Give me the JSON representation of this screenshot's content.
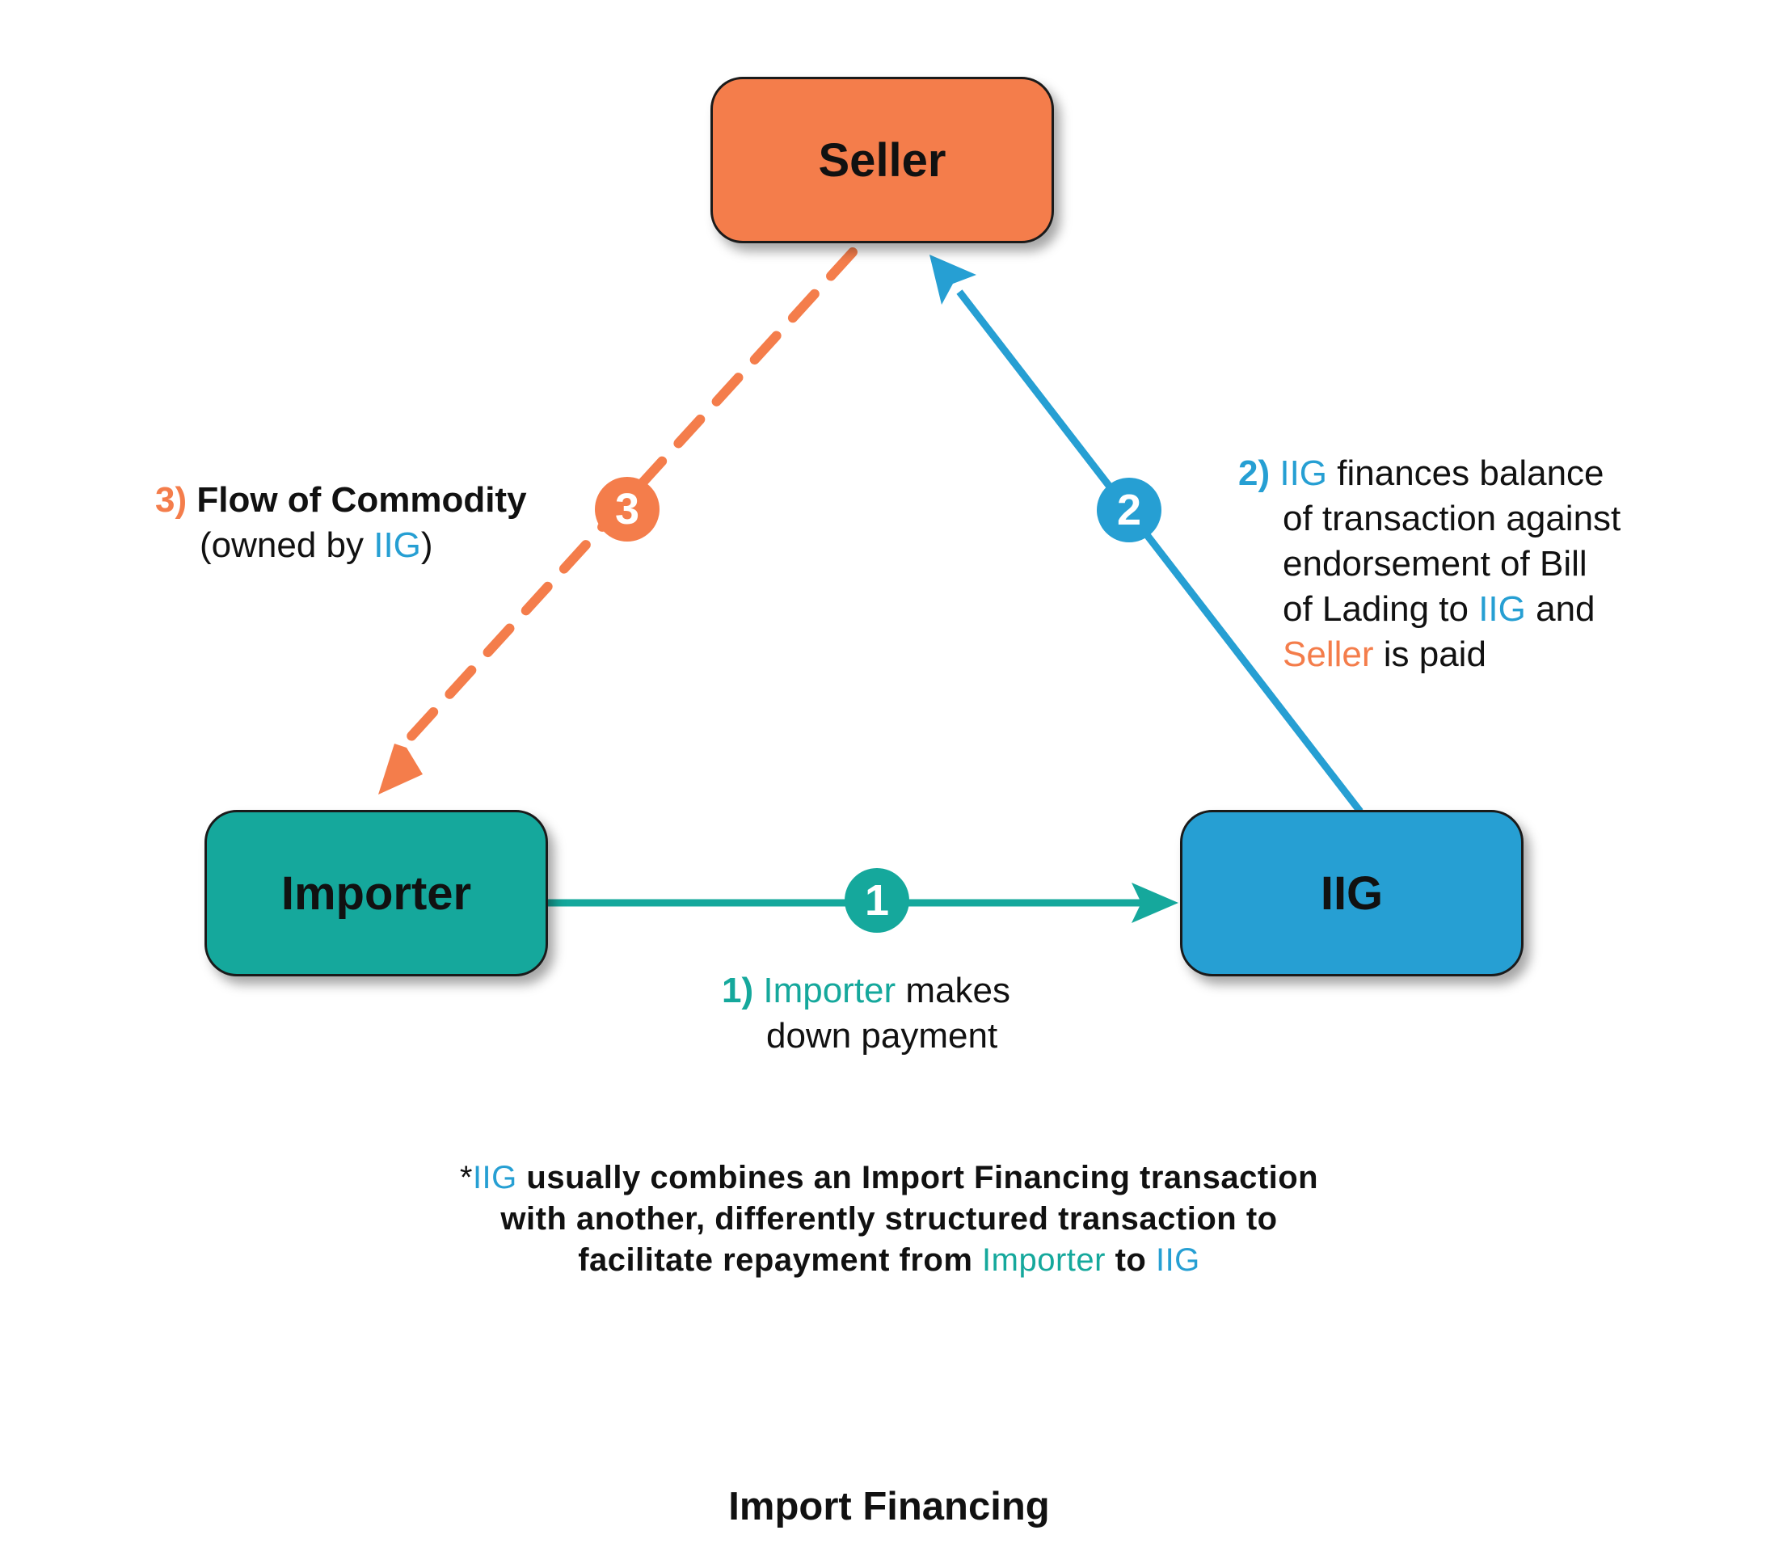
{
  "colors": {
    "seller": "#F47D4B",
    "importer": "#15A89C",
    "iig": "#269FD3",
    "text": "#111111"
  },
  "nodes": {
    "seller": "Seller",
    "importer": "Importer",
    "iig": "IIG"
  },
  "steps": {
    "one": {
      "badge": "1",
      "number": "1)",
      "actor": "Importer",
      "text_a": " makes",
      "text_b": "down payment"
    },
    "two": {
      "badge": "2",
      "number": "2)",
      "actor": "IIG",
      "line1_rest": " finances balance",
      "line2": "of transaction against",
      "line3": "endorsement of Bill",
      "line4_a": "of Lading to ",
      "line4_iig": "IIG",
      "line4_b": " and",
      "line5_seller": "Seller",
      "line5_b": " is paid"
    },
    "three": {
      "badge": "3",
      "number": "3)",
      "title": "Flow of Commodity",
      "line2_a": "(owned by ",
      "line2_iig": "IIG",
      "line2_b": ")"
    }
  },
  "note": {
    "asterisk": "*",
    "iig1": "IIG",
    "line1_rest": " usually combines an Import Financing transaction",
    "line2": "with another, differently structured transaction to",
    "line3_a": "facilitate repayment from ",
    "importer": "Importer",
    "line3_b": " to ",
    "iig2": "IIG"
  },
  "title": "Import Financing"
}
